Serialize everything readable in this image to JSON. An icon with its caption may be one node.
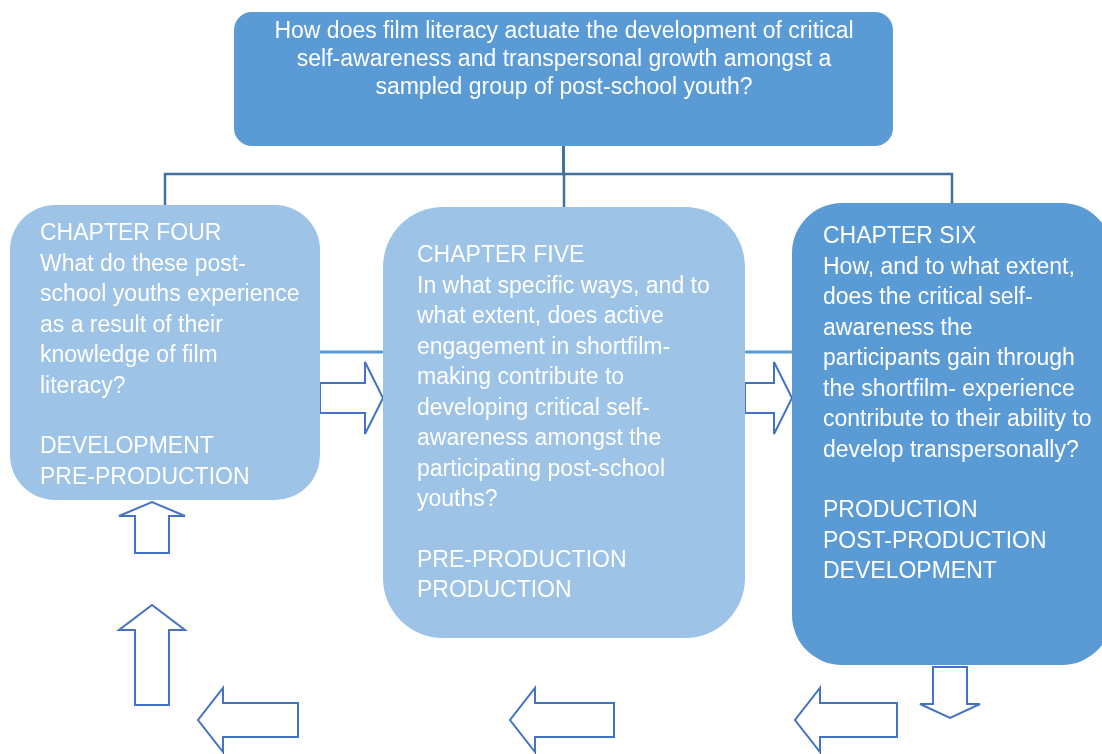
{
  "diagram": {
    "nodes": [
      {
        "text": [
          "How does film literacy actuate the development of critical self-awareness and transpersonal growth amongst a sampled group of post-school youth?"
        ]
      },
      {
        "text": [
          "CHAPTER FOUR",
          "What do these post-school youths experience as a result of their knowledge of film literacy?",
          "DEVELOPMENT",
          "PRE-PRODUCTION"
        ]
      },
      {
        "text": [
          "CHAPTER FIVE",
          "In what specific ways, and to what extent, does active engagement in shortfilm- making contribute to developing critical self-awareness amongst the participating post-school youths?",
          "PRE-PRODUCTION",
          "PRODUCTION"
        ]
      },
      {
        "text": [
          "CHAPTER SIX",
          "How, and to what extent, does the critical self-awareness the participants gain through the shortfilm- experience contribute to their ability to develop transpersonally?",
          "PRODUCTION",
          "POST-PRODUCTION",
          "DEVELOPMENT"
        ]
      }
    ],
    "edges": [
      {
        "from": 0,
        "to": 1,
        "arrow": "none"
      },
      {
        "from": 0,
        "to": 2,
        "arrow": "none"
      },
      {
        "from": 0,
        "to": 3,
        "arrow": "none"
      },
      {
        "from": 1,
        "to": 2,
        "arrow": "none"
      },
      {
        "from": 2,
        "to": 3,
        "arrow": "none"
      },
      {
        "from": 1,
        "to": 2,
        "arrow": "to",
        "style": "thick"
      },
      {
        "from": 2,
        "to": 3,
        "arrow": "to",
        "style": "thick"
      }
    ]
  }
}
